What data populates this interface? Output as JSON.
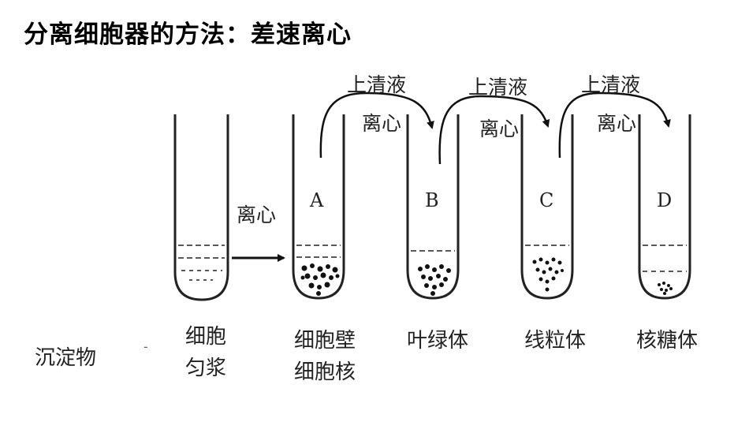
{
  "title": "分离细胞器的方法：差速离心",
  "arrows": {
    "centrifuge_first": "离心",
    "transfers": [
      {
        "supernatant": "上清液",
        "centrifuge": "离心"
      },
      {
        "supernatant": "上清液",
        "centrifuge": "离心"
      },
      {
        "supernatant": "上清液",
        "centrifuge": "离心"
      }
    ]
  },
  "tubes": [
    "A",
    "B",
    "C",
    "D"
  ],
  "sediment": {
    "row_label": "沉淀物",
    "separator": "-",
    "items": [
      {
        "line1": "细胞",
        "line2": "匀浆"
      },
      {
        "line1": "细胞壁",
        "line2": "细胞核"
      },
      {
        "line1": "叶绿体",
        "line2": ""
      },
      {
        "line1": "线粒体",
        "line2": ""
      },
      {
        "line1": "核糖体",
        "line2": ""
      }
    ]
  }
}
